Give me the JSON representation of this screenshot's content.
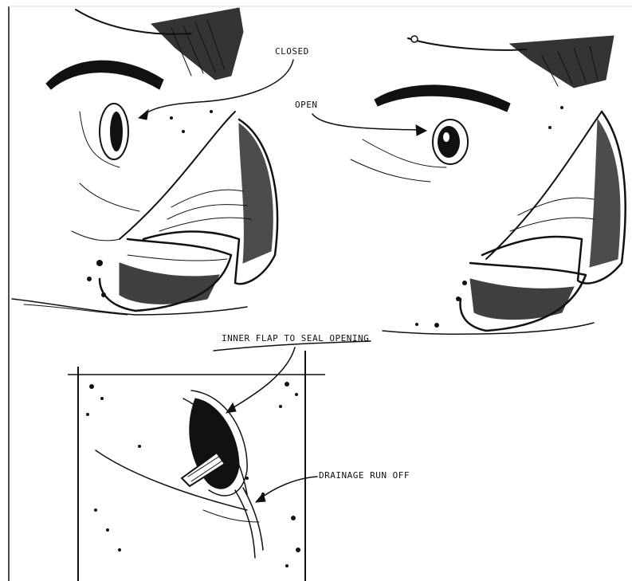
{
  "labels": {
    "closed": "CLOSED",
    "open": "OPEN",
    "inner_flap": "INNER FLAP TO SEAL OPENING",
    "drainage": "DRAINAGE RUN OFF"
  }
}
